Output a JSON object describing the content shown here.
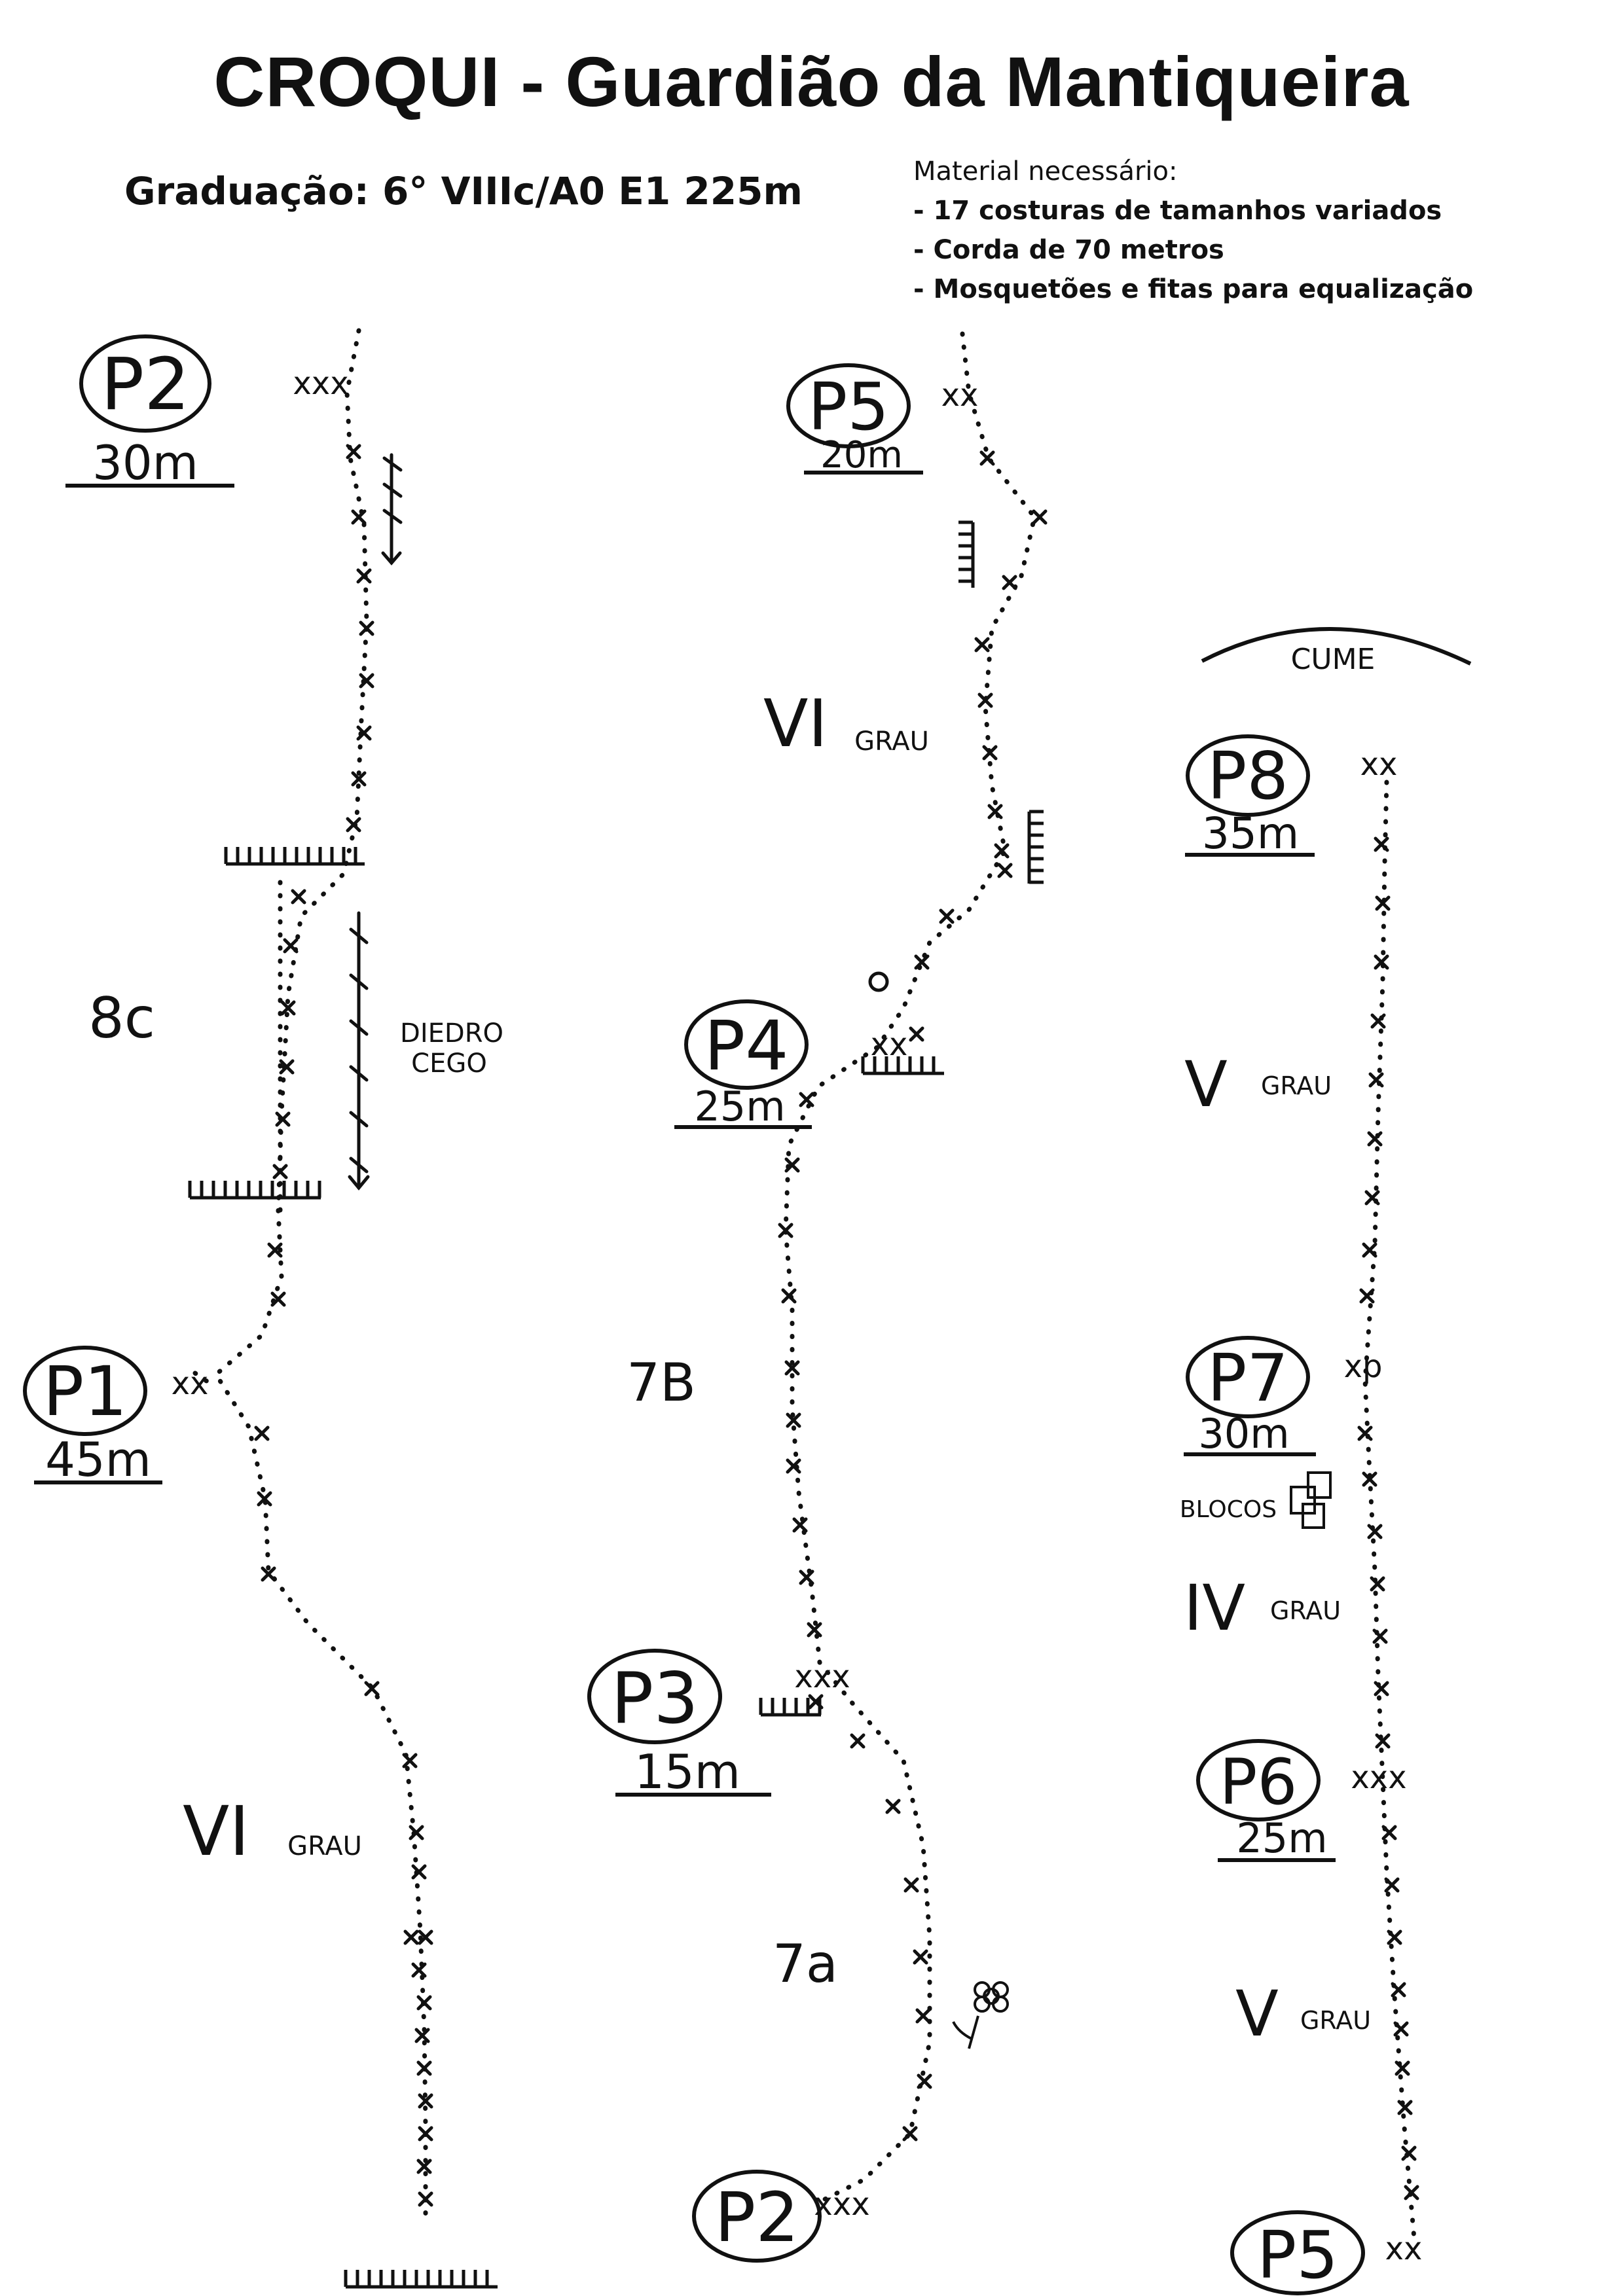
{
  "title": "CROQUI - Guardião da Mantiqueira",
  "grade_line": "Graduação: 6° VIIIc/A0 E1 225m",
  "material": {
    "heading": "Material necessário:",
    "items": [
      "- 17 costuras de tamanhos variados",
      "- Corda de 70 metros",
      "- Mosquetões e fitas para equalização"
    ]
  },
  "topo": {
    "summit": "CUME",
    "belays": [
      {
        "id": "P1",
        "length": "45m",
        "anchor": "xx"
      },
      {
        "id": "P2",
        "length": "30m",
        "anchor": "xxx"
      },
      {
        "id": "P3",
        "length": "15m",
        "anchor": "xxx"
      },
      {
        "id": "P4",
        "length": "25m",
        "anchor": "xx"
      },
      {
        "id": "P5",
        "length": "20m",
        "anchor": "xx"
      },
      {
        "id": "P6",
        "length": "25m",
        "anchor": "xxx"
      },
      {
        "id": "P7",
        "length": "30m",
        "anchor": "xp"
      },
      {
        "id": "P8",
        "length": "35m",
        "anchor": "xx"
      }
    ],
    "start_labels": [
      "P2",
      "P5"
    ],
    "grades": {
      "col1_lower": "VI",
      "col1_upper": "8c",
      "col2_lower": "7a",
      "col2_middle": "7B",
      "col2_upper": "VI",
      "col3_lower": "V",
      "col3_middle": "IV",
      "col3_upper": "V"
    },
    "grau_word": "GRAU",
    "features": {
      "blind_dihedral": [
        "DIEDRO",
        "CEGO"
      ],
      "blocks": "BLOCOS"
    }
  }
}
